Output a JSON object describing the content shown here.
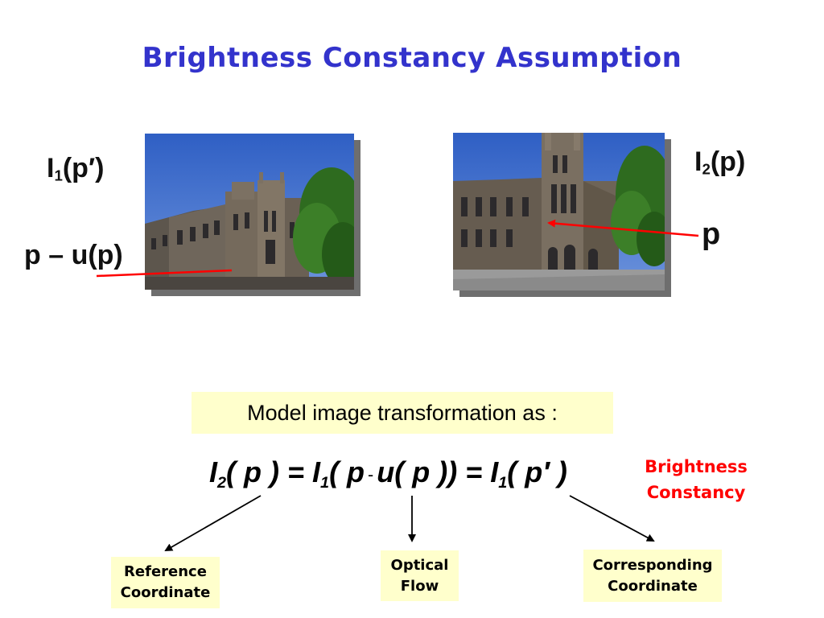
{
  "title": "Brightness Constancy Assumption",
  "labels": {
    "i1_main": "I",
    "i1_sub": "1",
    "i1_arg": "(p′)",
    "p_minus_u_p": "p – u(p)",
    "i2_main": "I",
    "i2_sub": "2",
    "i2_arg": "(p)",
    "p": "p"
  },
  "model_box": "Model image transformation as :",
  "equation": {
    "i2": "I",
    "i2_sub": "2",
    "part1": "( p ) = ",
    "i1a": "I",
    "i1a_sub": "1",
    "part2": "( p",
    "minus": "-",
    "part3": "u( p )) = ",
    "i1b": "I",
    "i1b_sub": "1",
    "part4": "( p′ )"
  },
  "brightness_line1": "Brightness",
  "brightness_line2": "Constancy",
  "notes": {
    "reference_line1": "Reference",
    "reference_line2": "Coordinate",
    "optical_line1": "Optical",
    "optical_line2": "Flow",
    "corresponding_line1": "Corresponding",
    "corresponding_line2": "Coordinate"
  },
  "colors": {
    "title": "#3333cc",
    "box_fill": "#ffffcc",
    "accent_red": "#ff0000",
    "sky": "#3f6fd1",
    "stone": "#6b6257",
    "tree": "#2e6b1f"
  }
}
